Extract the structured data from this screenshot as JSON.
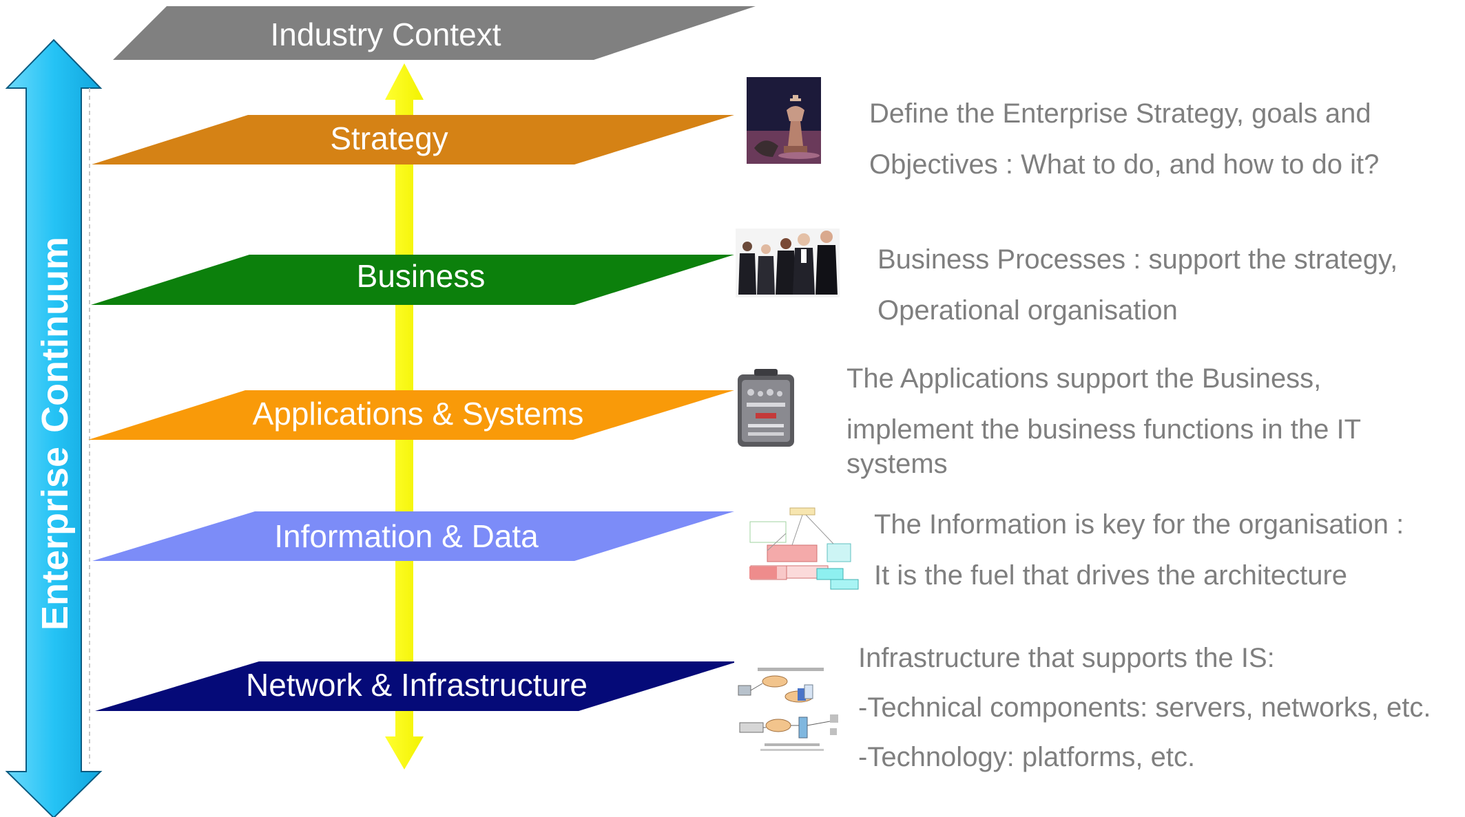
{
  "continuum": {
    "word1": "Enterprise",
    "word2": "Continuum"
  },
  "industry_context": {
    "label": "Industry Context"
  },
  "layers": [
    {
      "label": "Strategy",
      "color": "#D58215",
      "icon": "chess-king-icon",
      "description": [
        "Define the Enterprise Strategy, goals and",
        "Objectives : What to do, and how to do it?"
      ]
    },
    {
      "label": "Business",
      "color": "#0C800C",
      "icon": "business-people-photo",
      "description": [
        "Business Processes : support the strategy,",
        "Operational organisation"
      ]
    },
    {
      "label": "Applications & Systems",
      "color": "#F99A09",
      "icon": "toolbox-icon",
      "description": [
        "The Applications support the Business,",
        "implement the business functions in the IT",
        "systems"
      ]
    },
    {
      "label": "Information & Data",
      "color": "#7C8CF8",
      "icon": "data-model-diagram-icon",
      "description": [
        "The Information is key for the organisation :",
        "It is the fuel that drives the architecture"
      ]
    },
    {
      "label": "Network & Infrastructure",
      "color": "#050A78",
      "icon": "network-diagram-icon",
      "description": [
        "Infrastructure that supports the IS:",
        "-Technical components: servers, networks, etc.",
        "-Technology: platforms, etc."
      ]
    }
  ],
  "colors": {
    "industry": "#808080",
    "continuum_arrow": "#2DC6F6",
    "vertical_arrow": "#FFFF00",
    "text": "#7F7F7F"
  }
}
